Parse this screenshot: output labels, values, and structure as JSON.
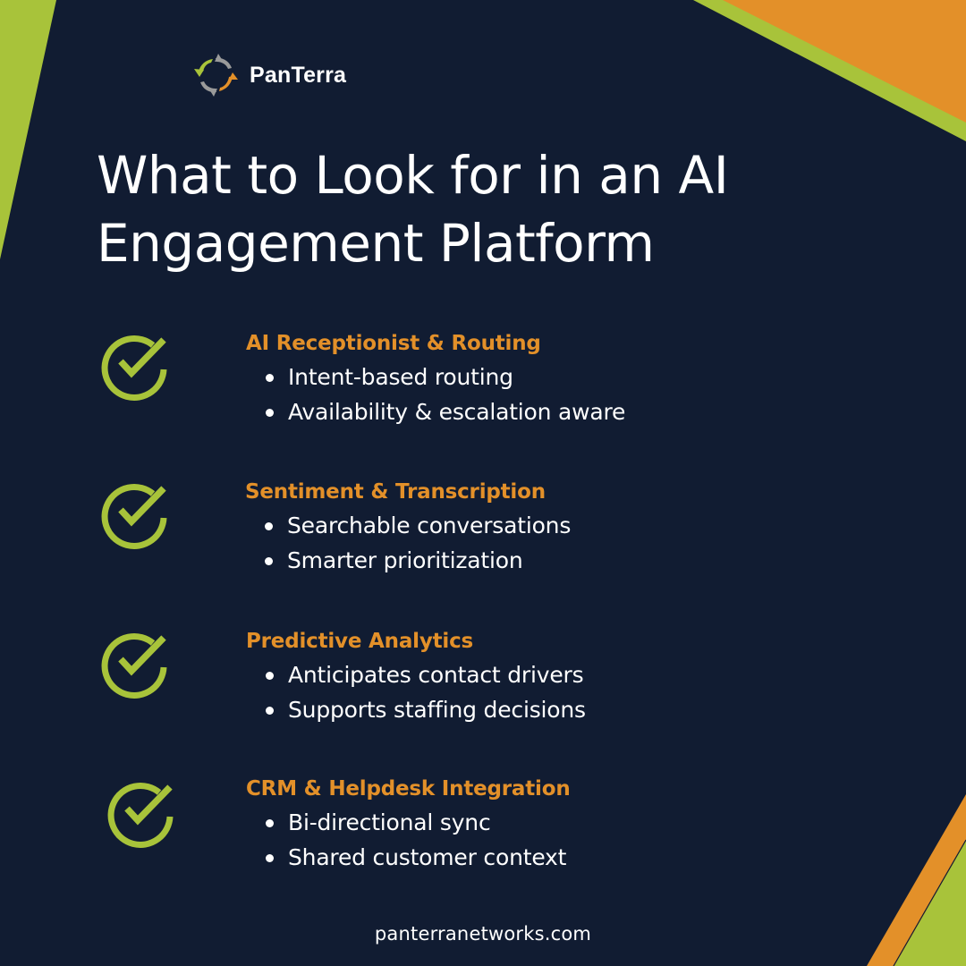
{
  "brand": {
    "name": "PanTerra",
    "logo_icon": "panterra-ring-arrows-icon",
    "colors": {
      "background": "#111C32",
      "accent_green": "#A8C33A",
      "accent_orange": "#E39029",
      "text": "#FFFFFF",
      "logo_gray": "#9A9A9A"
    }
  },
  "title": {
    "line1": "What to Look for in an AI",
    "line2": "Engagement Platform"
  },
  "features": [
    {
      "icon": "check-circle-icon",
      "heading": "AI Receptionist & Routing",
      "bullets": [
        "Intent-based routing",
        "Availability & escalation aware"
      ]
    },
    {
      "icon": "check-circle-icon",
      "heading": "Sentiment & Transcription",
      "bullets": [
        "Searchable conversations",
        "Smarter prioritization"
      ]
    },
    {
      "icon": "check-circle-icon",
      "heading": "Predictive Analytics",
      "bullets": [
        "Anticipates contact drivers",
        "Supports staffing decisions"
      ]
    },
    {
      "icon": "check-circle-icon",
      "heading": "CRM & Helpdesk Integration",
      "bullets": [
        "Bi-directional sync",
        "Shared customer context"
      ]
    }
  ],
  "footer": {
    "url": "panterranetworks.com"
  }
}
